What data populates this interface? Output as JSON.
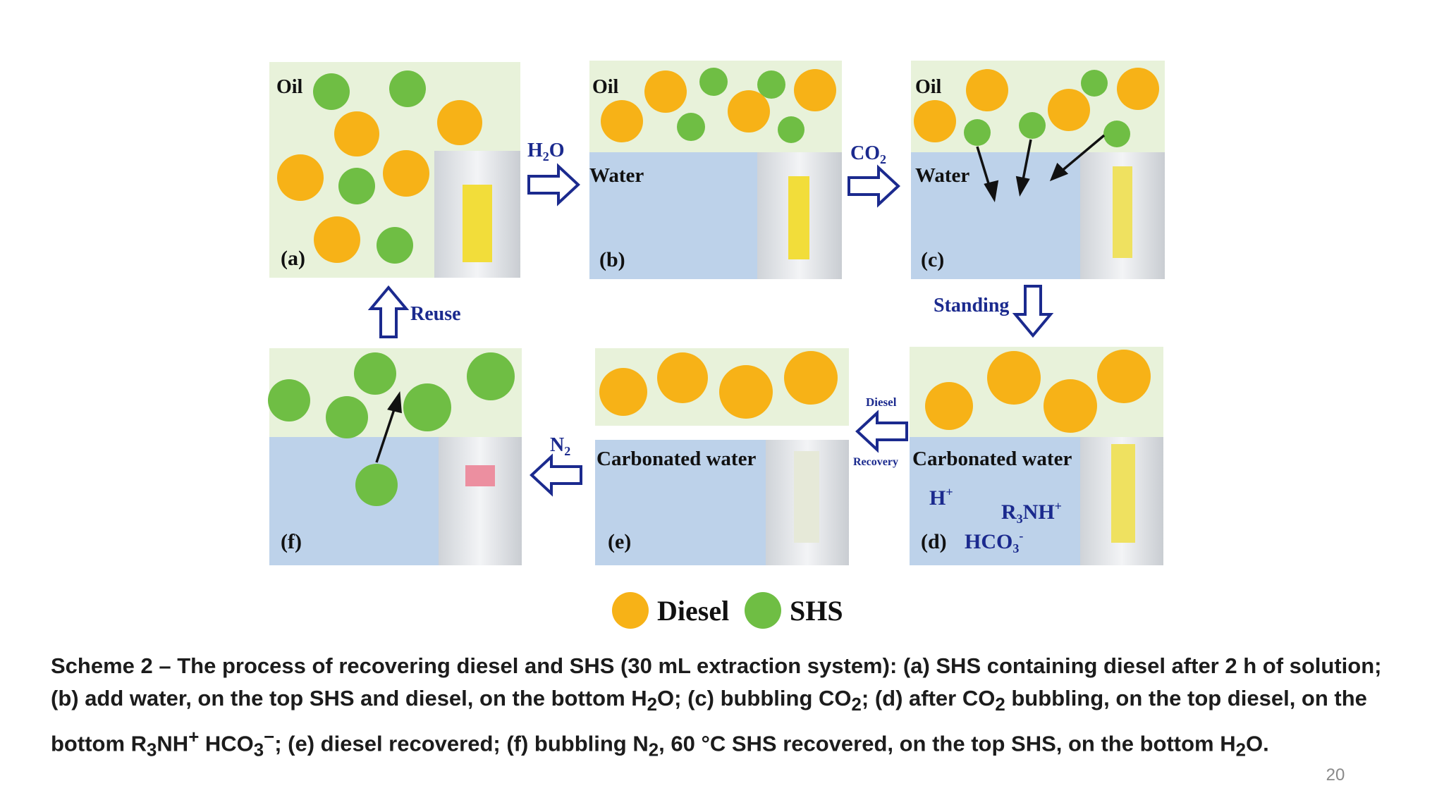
{
  "colors": {
    "diesel": "#F7B217",
    "shs": "#6FBE44",
    "oil_phase": "#E8F2DA",
    "water_phase": "#BDD2EA",
    "arrow_outline": "#1B2A8E",
    "label_blue": "#1B2A8E"
  },
  "panels": [
    {
      "id": "a",
      "label": "(a)",
      "phase_label": "Oil"
    },
    {
      "id": "b",
      "label": "(b)",
      "phase_label": "Oil",
      "water_label": "Water"
    },
    {
      "id": "c",
      "label": "(c)",
      "phase_label": "Oil",
      "water_label": "Water"
    },
    {
      "id": "d",
      "label": "(d)",
      "water_label": "Carbonated water",
      "ion_h": "H",
      "ion_r3nh": "R",
      "ion_hco3": "HCO"
    },
    {
      "id": "e",
      "label": "(e)",
      "water_label": "Carbonated water"
    },
    {
      "id": "f",
      "label": "(f)"
    }
  ],
  "arrows": {
    "h2o": "H",
    "co2": "CO",
    "standing": "Standing",
    "diesel": "Diesel",
    "recovery": "Recovery",
    "n2": "N",
    "reuse": "Reuse"
  },
  "legend": [
    {
      "label": "Diesel",
      "color_key": "diesel"
    },
    {
      "label": "SHS",
      "color_key": "shs"
    }
  ],
  "caption": {
    "prefix": "Scheme 2 – The process of recovering diesel and SHS (30 mL extraction system): (a) SHS containing diesel after 2 h of solution; (b) add water, on the top SHS and diesel, on the bottom H",
    "p2": "O; (c) bubbling CO",
    "p3": "; (d) after CO",
    "p4": " bubbling, on the top diesel, on the bottom R",
    "p5": "NH",
    "p6": " HCO",
    "p7": "; (e) diesel recovered; (f) bubbling N",
    "p8": ", 60 °C SHS recovered, on the top SHS, on the bottom H",
    "p9": "O."
  },
  "page_number": "20"
}
